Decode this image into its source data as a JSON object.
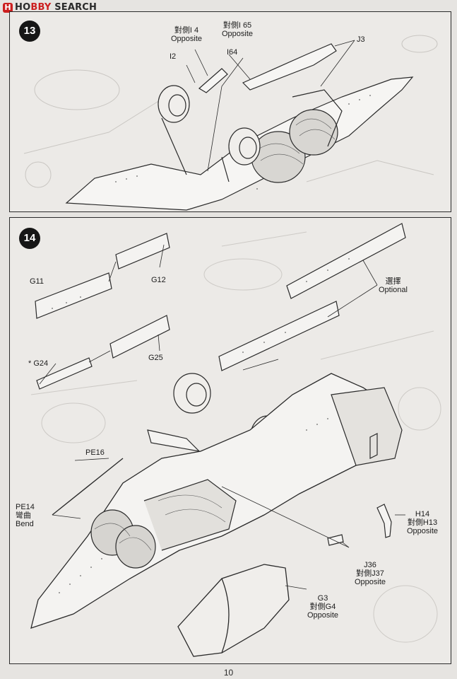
{
  "site": {
    "logo_glyph": "H",
    "name_prefix": "HO",
    "name_mid": "BBY",
    "name_suffix": " SEARCH"
  },
  "page_number": "10",
  "step13": {
    "number": "13",
    "labels": {
      "i4_cn": "對側I 4",
      "i4_en": "Opposite",
      "i65_cn": "對側I 65",
      "i65_en": "Opposite",
      "i2": "I2",
      "i64": "I64",
      "j3": "J3"
    }
  },
  "step14": {
    "number": "14",
    "labels": {
      "g11": "G11",
      "g12": "G12",
      "g24": "* G24",
      "g25": "G25",
      "optional_cn": "選擇",
      "optional_en": "Optional",
      "pe16": "PE16",
      "pe14": "PE14",
      "bend_cn": "彎曲",
      "bend_en": "Bend",
      "h14": "H14",
      "h13_cn": "對側H13",
      "h13_en": "Opposite",
      "j36": "J36",
      "j37_cn": "對側J37",
      "j37_en": "Opposite",
      "g3": "G3",
      "g4_cn": "對側G4",
      "g4_en": "Opposite"
    }
  }
}
